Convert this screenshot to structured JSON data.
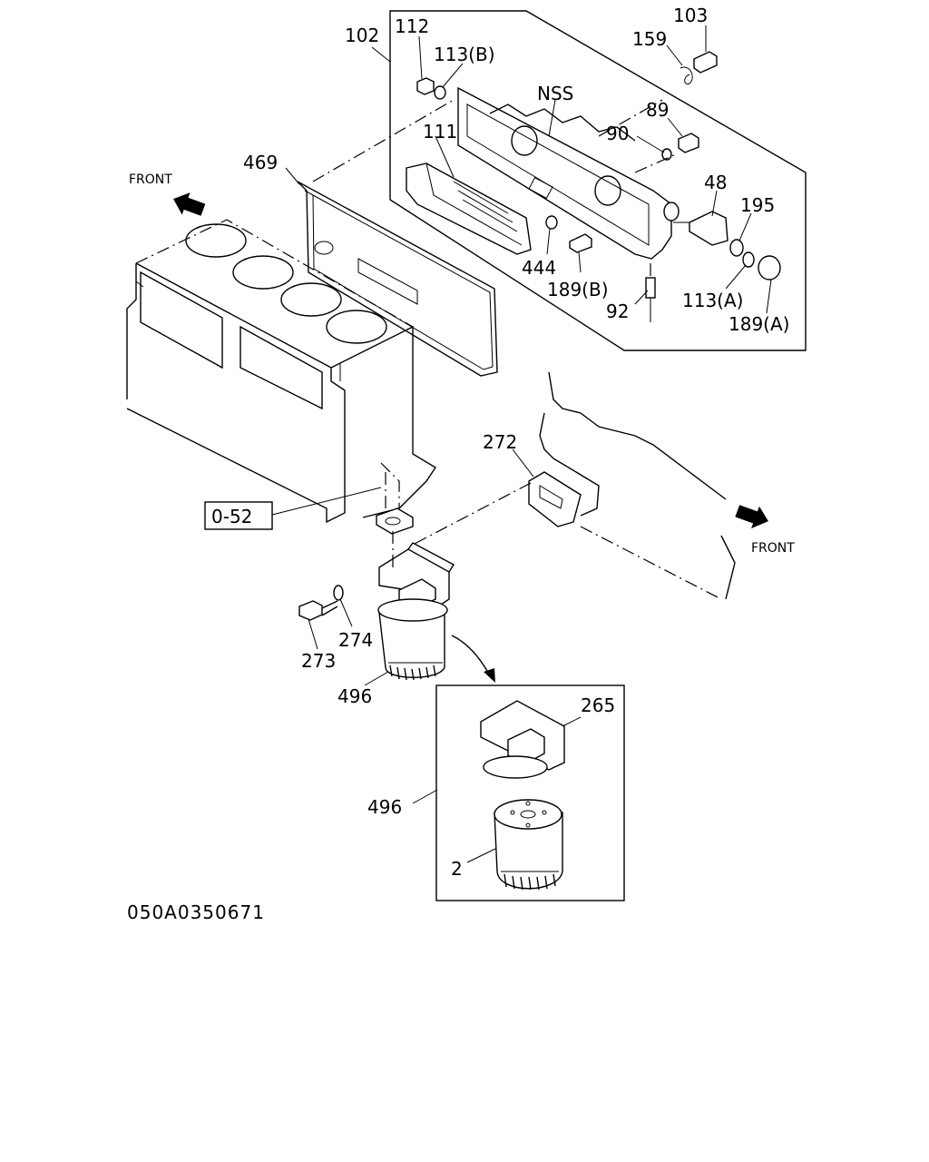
{
  "diagram": {
    "part_labels": {
      "p102": "102",
      "p112": "112",
      "p113b": "113(B)",
      "p103": "103",
      "p159": "159",
      "nss": "NSS",
      "p89": "89",
      "p90": "90",
      "p111": "111",
      "p469": "469",
      "p48": "48",
      "p195": "195",
      "p444": "444",
      "p189b": "189(B)",
      "p113a": "113(A)",
      "p92": "92",
      "p189a": "189(A)",
      "p272": "272",
      "ref052": "0-52",
      "p274": "274",
      "p273": "273",
      "p496a": "496",
      "p265": "265",
      "p496b": "496",
      "p2": "2"
    },
    "front_left": "FRONT",
    "front_right": "FRONT",
    "drawing_code": "050A0350671"
  }
}
